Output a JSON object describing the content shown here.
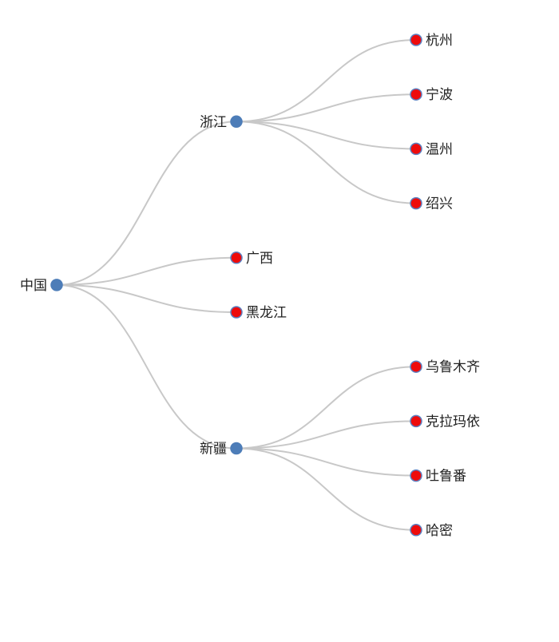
{
  "colors": {
    "link": "#c8c8c8",
    "branch_fill": "#4d7db8",
    "branch_stroke": "#4d7db8",
    "leaf_fill": "#ee0b0b",
    "leaf_stroke": "#5b7fc0",
    "label": "#222222"
  },
  "tree": {
    "label": "中国",
    "children": [
      {
        "label": "浙江",
        "children": [
          {
            "label": "杭州"
          },
          {
            "label": "宁波"
          },
          {
            "label": "温州"
          },
          {
            "label": "绍兴"
          }
        ]
      },
      {
        "label": "广西"
      },
      {
        "label": "黑龙江"
      },
      {
        "label": "新疆",
        "children": [
          {
            "label": "乌鲁木齐"
          },
          {
            "label": "克拉玛依"
          },
          {
            "label": "吐鲁番"
          },
          {
            "label": "哈密"
          }
        ]
      }
    ]
  }
}
